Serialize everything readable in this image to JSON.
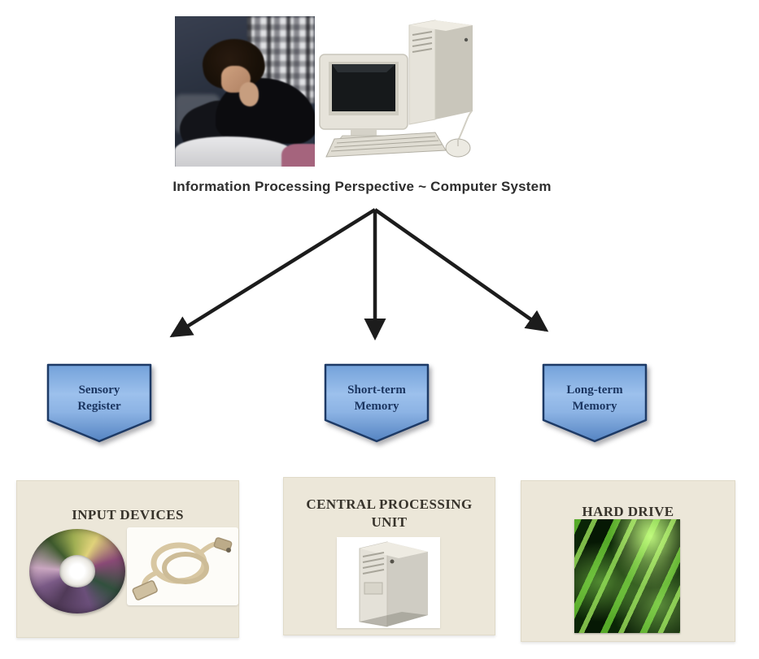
{
  "title": "Information Processing Perspective ~ Computer System",
  "banners": [
    {
      "line1": "Sensory",
      "line2": "Register"
    },
    {
      "line1": "Short-term",
      "line2": "Memory"
    },
    {
      "line1": "Long-term",
      "line2": "Memory"
    }
  ],
  "boxes": [
    {
      "label": "INPUT DEVICES"
    },
    {
      "label": "CENTRAL PROCESSING UNIT"
    },
    {
      "label": "HARD DRIVE"
    }
  ],
  "images": {
    "person": "thinking-person-photo",
    "computer": "desktop-computer-photo",
    "cd": "compact-disc-photo",
    "cable": "connector-cable-photo",
    "tower": "cpu-tower-photo",
    "circuit": "circuit-board-photo"
  },
  "colors": {
    "banner_fill_top": "#74a2da",
    "banner_fill_light": "#9cc0ec",
    "banner_fill_bottom": "#5584c2",
    "banner_border": "#1d3a66",
    "banner_text": "#1b3560",
    "card_bg": "#ece7d9",
    "card_text": "#37332b",
    "arrow": "#1c1c1c",
    "title_text": "#2e2e2e"
  }
}
